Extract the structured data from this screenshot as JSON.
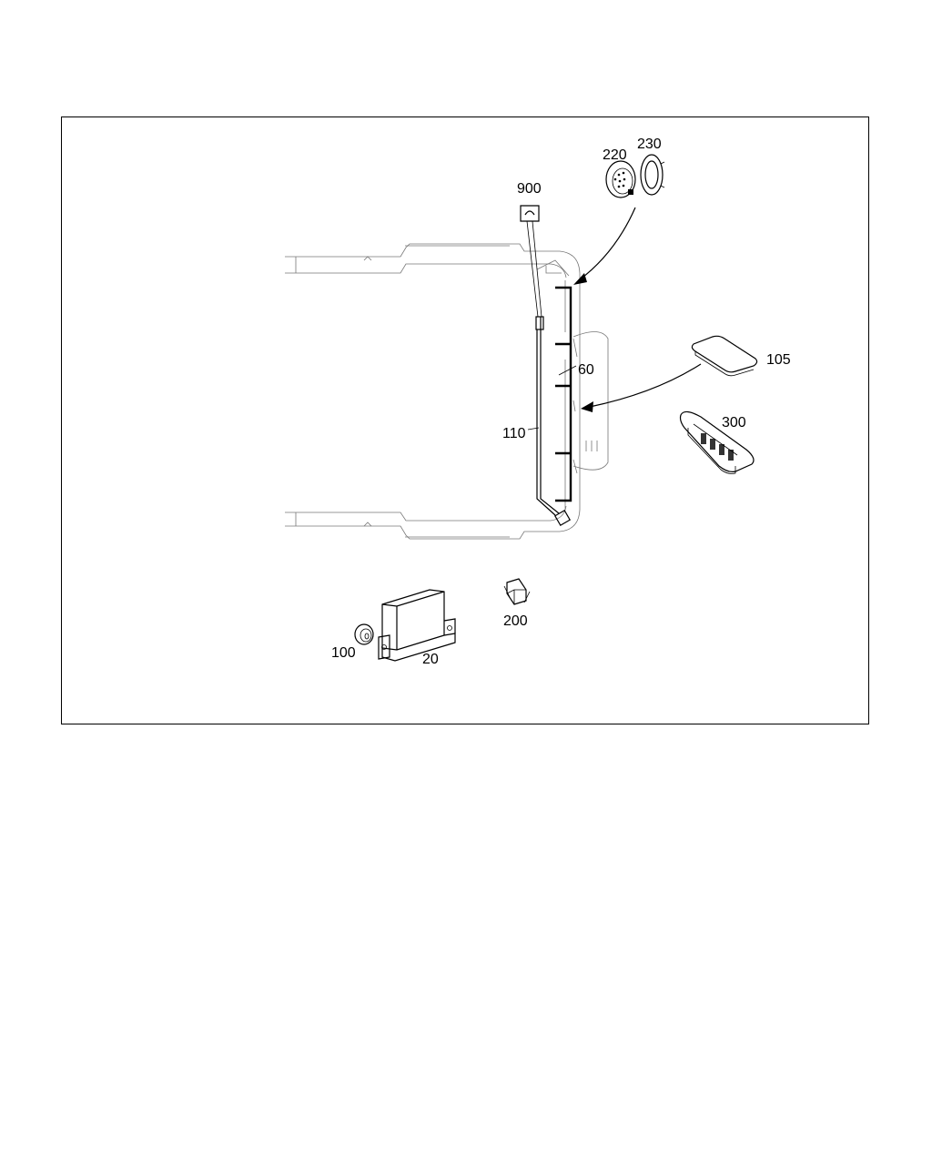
{
  "diagram": {
    "callouts": {
      "p900": "900",
      "p220": "220",
      "p230": "230",
      "p105": "105",
      "p60": "60",
      "p110": "110",
      "p300": "300",
      "p200": "200",
      "p100": "100",
      "p20": "20"
    }
  }
}
